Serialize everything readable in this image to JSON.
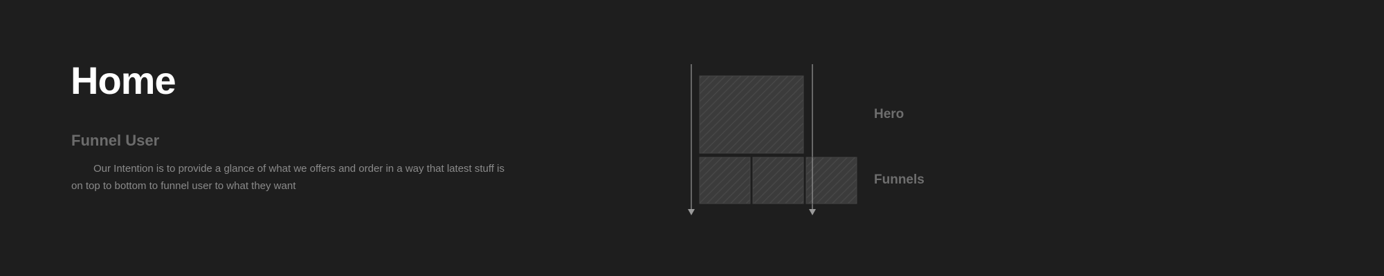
{
  "header": {
    "title": "Home"
  },
  "section": {
    "heading": "Funnel User",
    "description": "Our Intention is to provide a glance of what we offers and order in a way that latest  stuff is on top to bottom to funnel user to what they want"
  },
  "diagram": {
    "labels": {
      "hero": "Hero",
      "funnels": "Funnels"
    },
    "blocks": {
      "hero_count": 1,
      "funnel_count": 3
    },
    "colors": {
      "block_fill": "#3b3b3b",
      "hatch": "#4a4a4a",
      "arrow": "#9a9a9a"
    }
  }
}
